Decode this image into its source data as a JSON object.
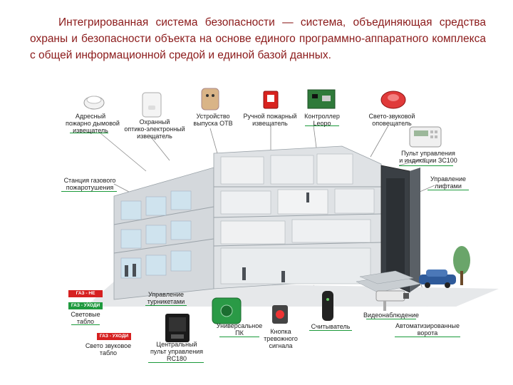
{
  "intro_text": "Интегрированная система безопасности — система, объединяющая средства охраны и безопасности объекта на основе единого программно-аппаратного комплекса с общей информационной средой и единой базой данных.",
  "labels": {
    "smoke_detector": "Адресный\nпожарно дымовой\nизвещатель",
    "ir_detector": "Охранный\nоптико-электронный\nизвещатель",
    "otp_device": "Устройство\nвыпуска ОТВ",
    "manual_call": "Ручной пожарный\nизвещатель",
    "controller": "Контроллер\nLeopo",
    "sounder": "Свето-звуковой\nоповещатель",
    "control_panel": "Пульт управления\nи индикации ЗС100",
    "extinguish_station": "Станция газового\nпожаротушения",
    "elevator_control": "Управление\nлифтами",
    "turnstile_control": "Управление\nтурникетами",
    "light_board": "Световые\nтабло",
    "sound_light_board": "Свето звуковое\nтабло",
    "central_panel": "Центральный\nпульт управления\nRC180",
    "universal_pk": "Универсальное\nПК",
    "alarm_button": "Кнопка\nтревожного\nсигнала",
    "reader": "Считыватель",
    "video": "Видеонаблюдение",
    "auto_gates": "Автоматизированные\nворота"
  },
  "signs": {
    "sign1": "ГАЗ - НЕ ВХОДИ",
    "sign2": "ГАЗ - УХОДИ",
    "sign3": "ГАЗ - УХОДИ"
  },
  "colors": {
    "title_text": "#8b1a1a",
    "underline": "#1a9a3a",
    "sign_red": "#d62020",
    "sign_green": "#1f9a3e",
    "building": "#d9dde0",
    "glass": "#cfe3ee"
  },
  "icons": [
    "smoke-detector-icon",
    "motion-detector-icon",
    "face-panel-icon",
    "fire-alarm-icon",
    "circuit-board-icon",
    "sounder-icon",
    "keypad-icon",
    "green-reader-icon",
    "panic-button-icon",
    "card-reader-icon",
    "cctv-camera-icon",
    "monitor-panel-icon",
    "car-icon"
  ]
}
